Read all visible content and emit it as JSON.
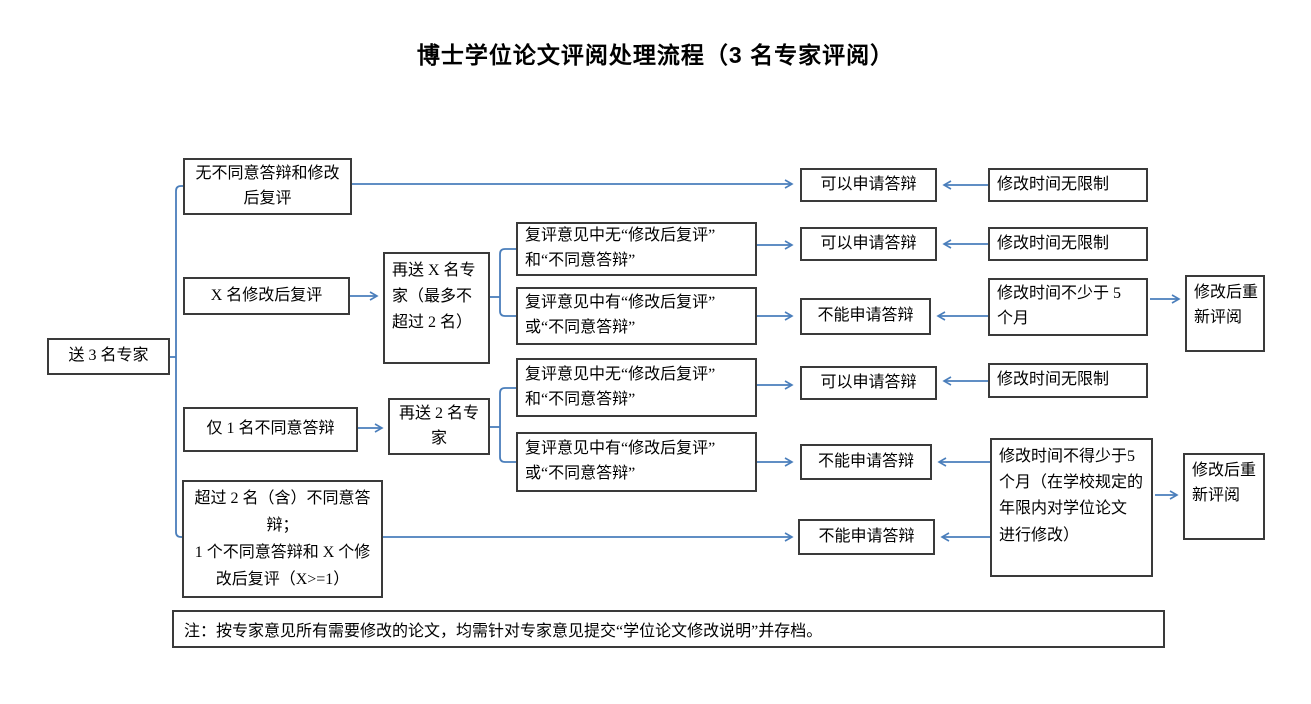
{
  "title": "博士学位论文评阅处理流程（3 名专家评阅）",
  "nodes": {
    "start": "送 3 名专家",
    "branch_none": "无不同意答辩和修改\n后复评",
    "branch_x_revise": "X 名修改后复评",
    "branch_one_disagree": "仅 1 名不同意答辩",
    "branch_over_two": "超过 2 名（含）不同意答\n辩；\n1 个不同意答辩和 X 个修\n改后复评（X>=1）",
    "resend_x": "再送 X 名专\n家（最多不\n超过 2 名）",
    "resend_two": "再送 2 名专\n家",
    "review_none_a": "复评意见中无“修改后复评”\n和“不同意答辩”",
    "review_has_a": "复评意见中有“修改后复评”\n或“不同意答辩”",
    "review_none_b": "复评意见中无“修改后复评”\n和“不同意答辩”",
    "review_has_b": "复评意见中有“修改后复评”\n或“不同意答辩”",
    "can_defend_1": "可以申请答辩",
    "can_defend_2": "可以申请答辩",
    "can_defend_3": "可以申请答辩",
    "cannot_defend_1": "不能申请答辩",
    "cannot_defend_2": "不能申请答辩",
    "cannot_defend_3": "不能申请答辩",
    "no_limit_1": "修改时间无限制",
    "no_limit_2": "修改时间无限制",
    "no_limit_3": "修改时间无限制",
    "min_five": "修改时间不少于 5\n个月",
    "min_five_rule": "修改时间不得少于5\n个月（在学校规定的\n年限内对学位论文\n进行修改）",
    "rereview_1": "修改后重\n新评阅",
    "rereview_2": "修改后重\n新评阅"
  },
  "note": "注：按专家意见所有需要修改的论文，均需针对专家意见提交“学位论文修改说明”并存档。",
  "colors": {
    "connector": "#4a7ebb",
    "box_border": "#3a3a3a",
    "text": "#000000"
  }
}
